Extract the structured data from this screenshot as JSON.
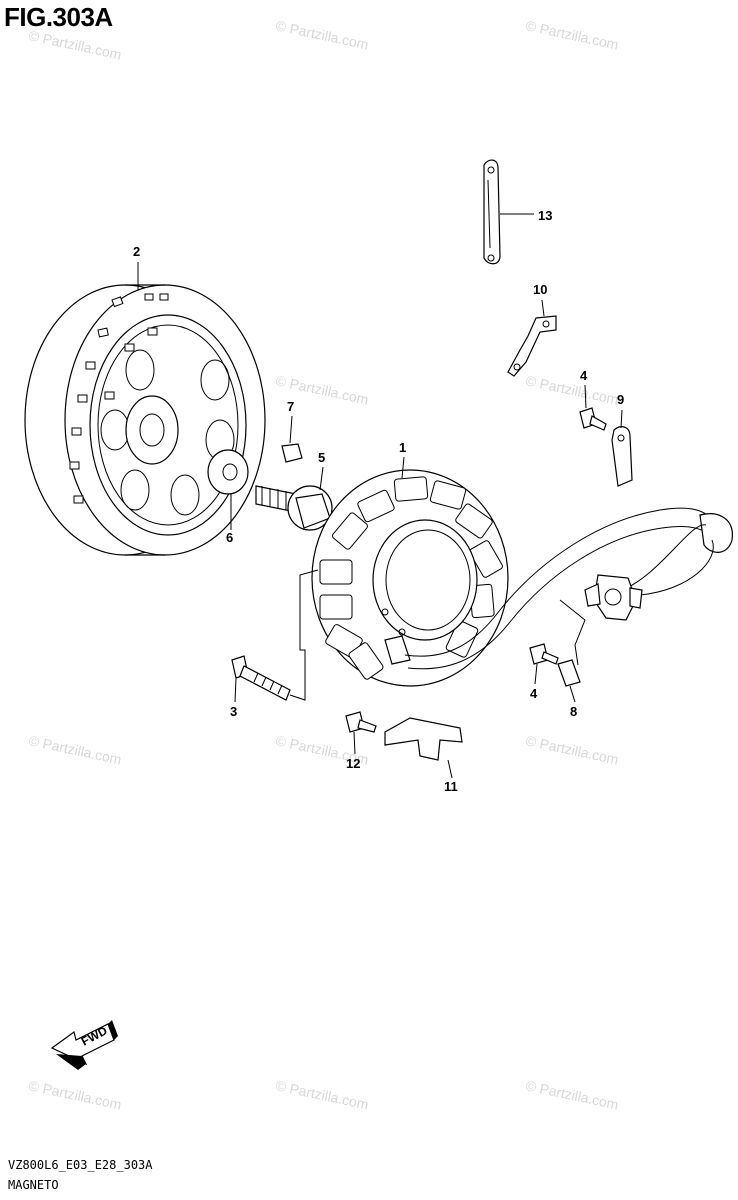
{
  "figure": {
    "title": "FIG.303A"
  },
  "watermark": {
    "text": "© Partzilla.com"
  },
  "callouts": [
    "1",
    "2",
    "3",
    "4",
    "5",
    "6",
    "7",
    "8",
    "9",
    "10",
    "11",
    "12",
    "13",
    "4"
  ],
  "fwd_label": "FWD",
  "footer": {
    "code": "VZ800L6_E03_E28_303A",
    "name": "MAGNETO"
  }
}
